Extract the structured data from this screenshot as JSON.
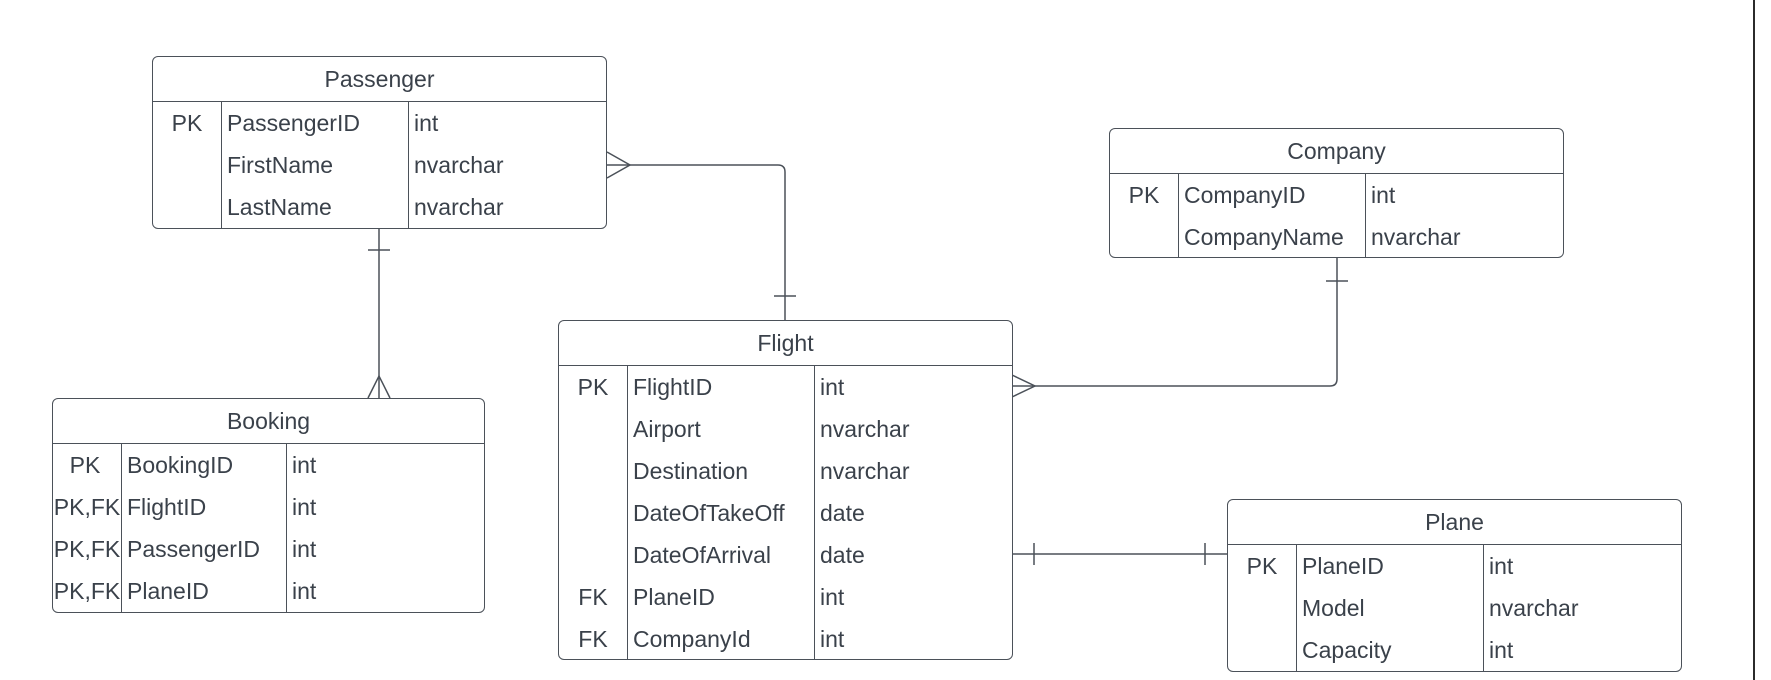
{
  "entities": {
    "passenger": {
      "title": "Passenger",
      "rows": [
        {
          "key": "PK",
          "name": "PassengerID",
          "type": "int"
        },
        {
          "key": "",
          "name": "FirstName",
          "type": "nvarchar"
        },
        {
          "key": "",
          "name": "LastName",
          "type": "nvarchar"
        }
      ]
    },
    "company": {
      "title": "Company",
      "rows": [
        {
          "key": "PK",
          "name": "CompanyID",
          "type": "int"
        },
        {
          "key": "",
          "name": "CompanyName",
          "type": "nvarchar"
        }
      ]
    },
    "flight": {
      "title": "Flight",
      "rows": [
        {
          "key": "PK",
          "name": "FlightID",
          "type": "int"
        },
        {
          "key": "",
          "name": "Airport",
          "type": "nvarchar"
        },
        {
          "key": "",
          "name": "Destination",
          "type": "nvarchar"
        },
        {
          "key": "",
          "name": "DateOfTakeOff",
          "type": "date"
        },
        {
          "key": "",
          "name": "DateOfArrival",
          "type": "date"
        },
        {
          "key": "FK",
          "name": "PlaneID",
          "type": "int"
        },
        {
          "key": "FK",
          "name": "CompanyId",
          "type": "int"
        }
      ]
    },
    "booking": {
      "title": "Booking",
      "rows": [
        {
          "key": "PK",
          "name": "BookingID",
          "type": "int"
        },
        {
          "key": "PK,FK",
          "name": "FlightID",
          "type": "int"
        },
        {
          "key": "PK,FK",
          "name": "PassengerID",
          "type": "int"
        },
        {
          "key": "PK,FK",
          "name": "PlaneID",
          "type": "int"
        }
      ]
    },
    "plane": {
      "title": "Plane",
      "rows": [
        {
          "key": "PK",
          "name": "PlaneID",
          "type": "int"
        },
        {
          "key": "",
          "name": "Model",
          "type": "nvarchar"
        },
        {
          "key": "",
          "name": "Capacity",
          "type": "int"
        }
      ]
    }
  },
  "relationships": [
    {
      "from": "Passenger",
      "to": "Flight",
      "from_end": "many",
      "to_end": "one"
    },
    {
      "from": "Passenger",
      "to": "Booking",
      "from_end": "one",
      "to_end": "many"
    },
    {
      "from": "Company",
      "to": "Flight",
      "from_end": "one",
      "to_end": "many"
    },
    {
      "from": "Flight",
      "to": "Plane",
      "from_end": "one",
      "to_end": "one"
    }
  ],
  "colors": {
    "stroke": "#4b5159",
    "text": "#3a414a",
    "background": "#ffffff"
  }
}
